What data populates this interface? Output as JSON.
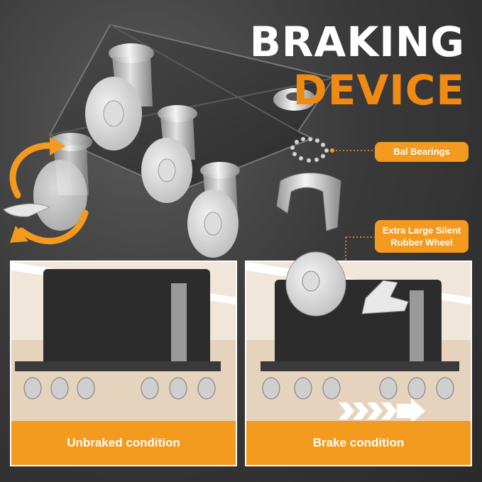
{
  "header": {
    "title_line1": "BRAKING",
    "title_line2": "DEVICE"
  },
  "callouts": {
    "bearings": "Bal Bearings",
    "wheel": "Extra Large Silent Rubber Wheel"
  },
  "panels": [
    {
      "label": "Unbraked condition"
    },
    {
      "label": "Brake condition"
    }
  ],
  "colors": {
    "accent": "#f39a1f",
    "title_white": "#ffffff",
    "title_orange": "#f08a12",
    "background": "#2e2e2e"
  }
}
